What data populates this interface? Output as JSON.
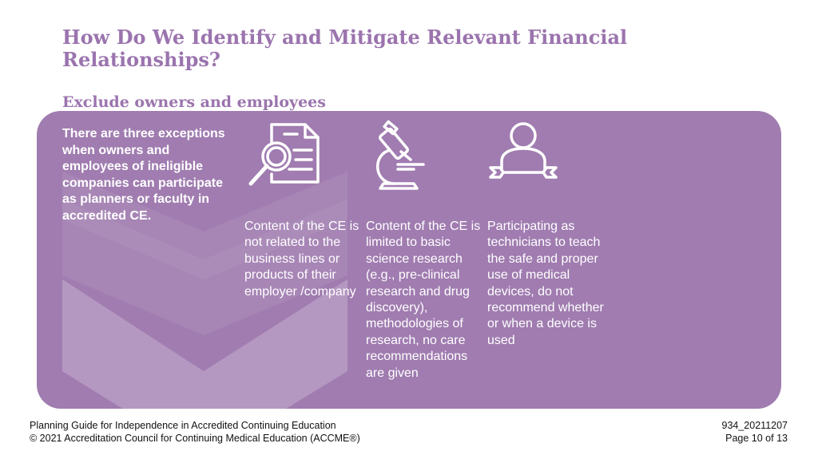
{
  "slide": {
    "title": "How Do We Identify and Mitigate Relevant Financial Relationships?",
    "subtitle": "Exclude owners and employees",
    "intro": "There are three exceptions when owners and employees of ineligible companies can participate as planners or faculty in accredited CE."
  },
  "exceptions": [
    {
      "icon": "document-search-icon",
      "text": "Content of the CE is not related to the business lines or products of their employer /company"
    },
    {
      "icon": "microscope-icon",
      "text": "Content of the CE is limited to basic science research (e.g., pre-clinical research and drug discovery), methodologies of research, no care recommendations are given"
    },
    {
      "icon": "technician-wrench-icon",
      "text": "Participating as technicians to teach the safe and proper use of medical devices, do not recommend whether or when a device is used"
    }
  ],
  "footer": {
    "line1": "Planning Guide for Independence in Accredited Continuing Education",
    "line2": "© 2021 Accreditation Council for Continuing Medical Education (ACCME®)",
    "code": "934_20211207",
    "page": "Page 10 of 13"
  },
  "colors": {
    "title": "#9b74ae",
    "panel": "#a07cb0",
    "text": "#ffffff"
  }
}
